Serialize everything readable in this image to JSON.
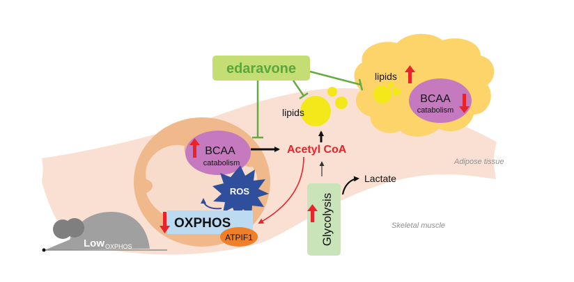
{
  "drug": {
    "label": "edaravone"
  },
  "adipose": {
    "lipids_label": "lipids",
    "bcaa_label": "BCAA",
    "catabolism_label": "catabolism",
    "tissue_label": "Adipose tissue",
    "lipids_change": "up",
    "bcaa_change": "down"
  },
  "muscle": {
    "lipids_label": "lipids",
    "acetyl_coa_label": "Acetyl CoA",
    "bcaa_label": "BCAA",
    "catabolism_label": "catabolism",
    "bcaa_change": "up",
    "ros_label": "ROS",
    "oxphos_label": "OXPHOS",
    "oxphos_change": "down",
    "atpif1_label": "ATPIF1",
    "glycolysis_label": "Glycolysis",
    "glycolysis_change": "up",
    "lactate_label": "Lactate",
    "tissue_label": "Skeletal muscle"
  },
  "mouse": {
    "label_main": "Low",
    "label_sub": "OXPHOS"
  },
  "colors": {
    "muscle": "#f9e0d2",
    "mito_outer": "#f0b98c",
    "mito_inner": "#f8dccb",
    "adipose": "#fcd46a",
    "lipid": "#f2e81a",
    "bcaa": "#c57ac0",
    "drug_box": "#c5de74",
    "drug_text": "#5aa63c",
    "inhibit": "#64aa42",
    "ros": "#2f4f9c",
    "oxphos": "#bcdaf0",
    "atpif1": "#f07f2a",
    "glycolysis": "#c9e4b9",
    "up_down_arrow": "#e8242a",
    "acetyl": "#e8242a",
    "mouse": "#8c8c8c"
  }
}
